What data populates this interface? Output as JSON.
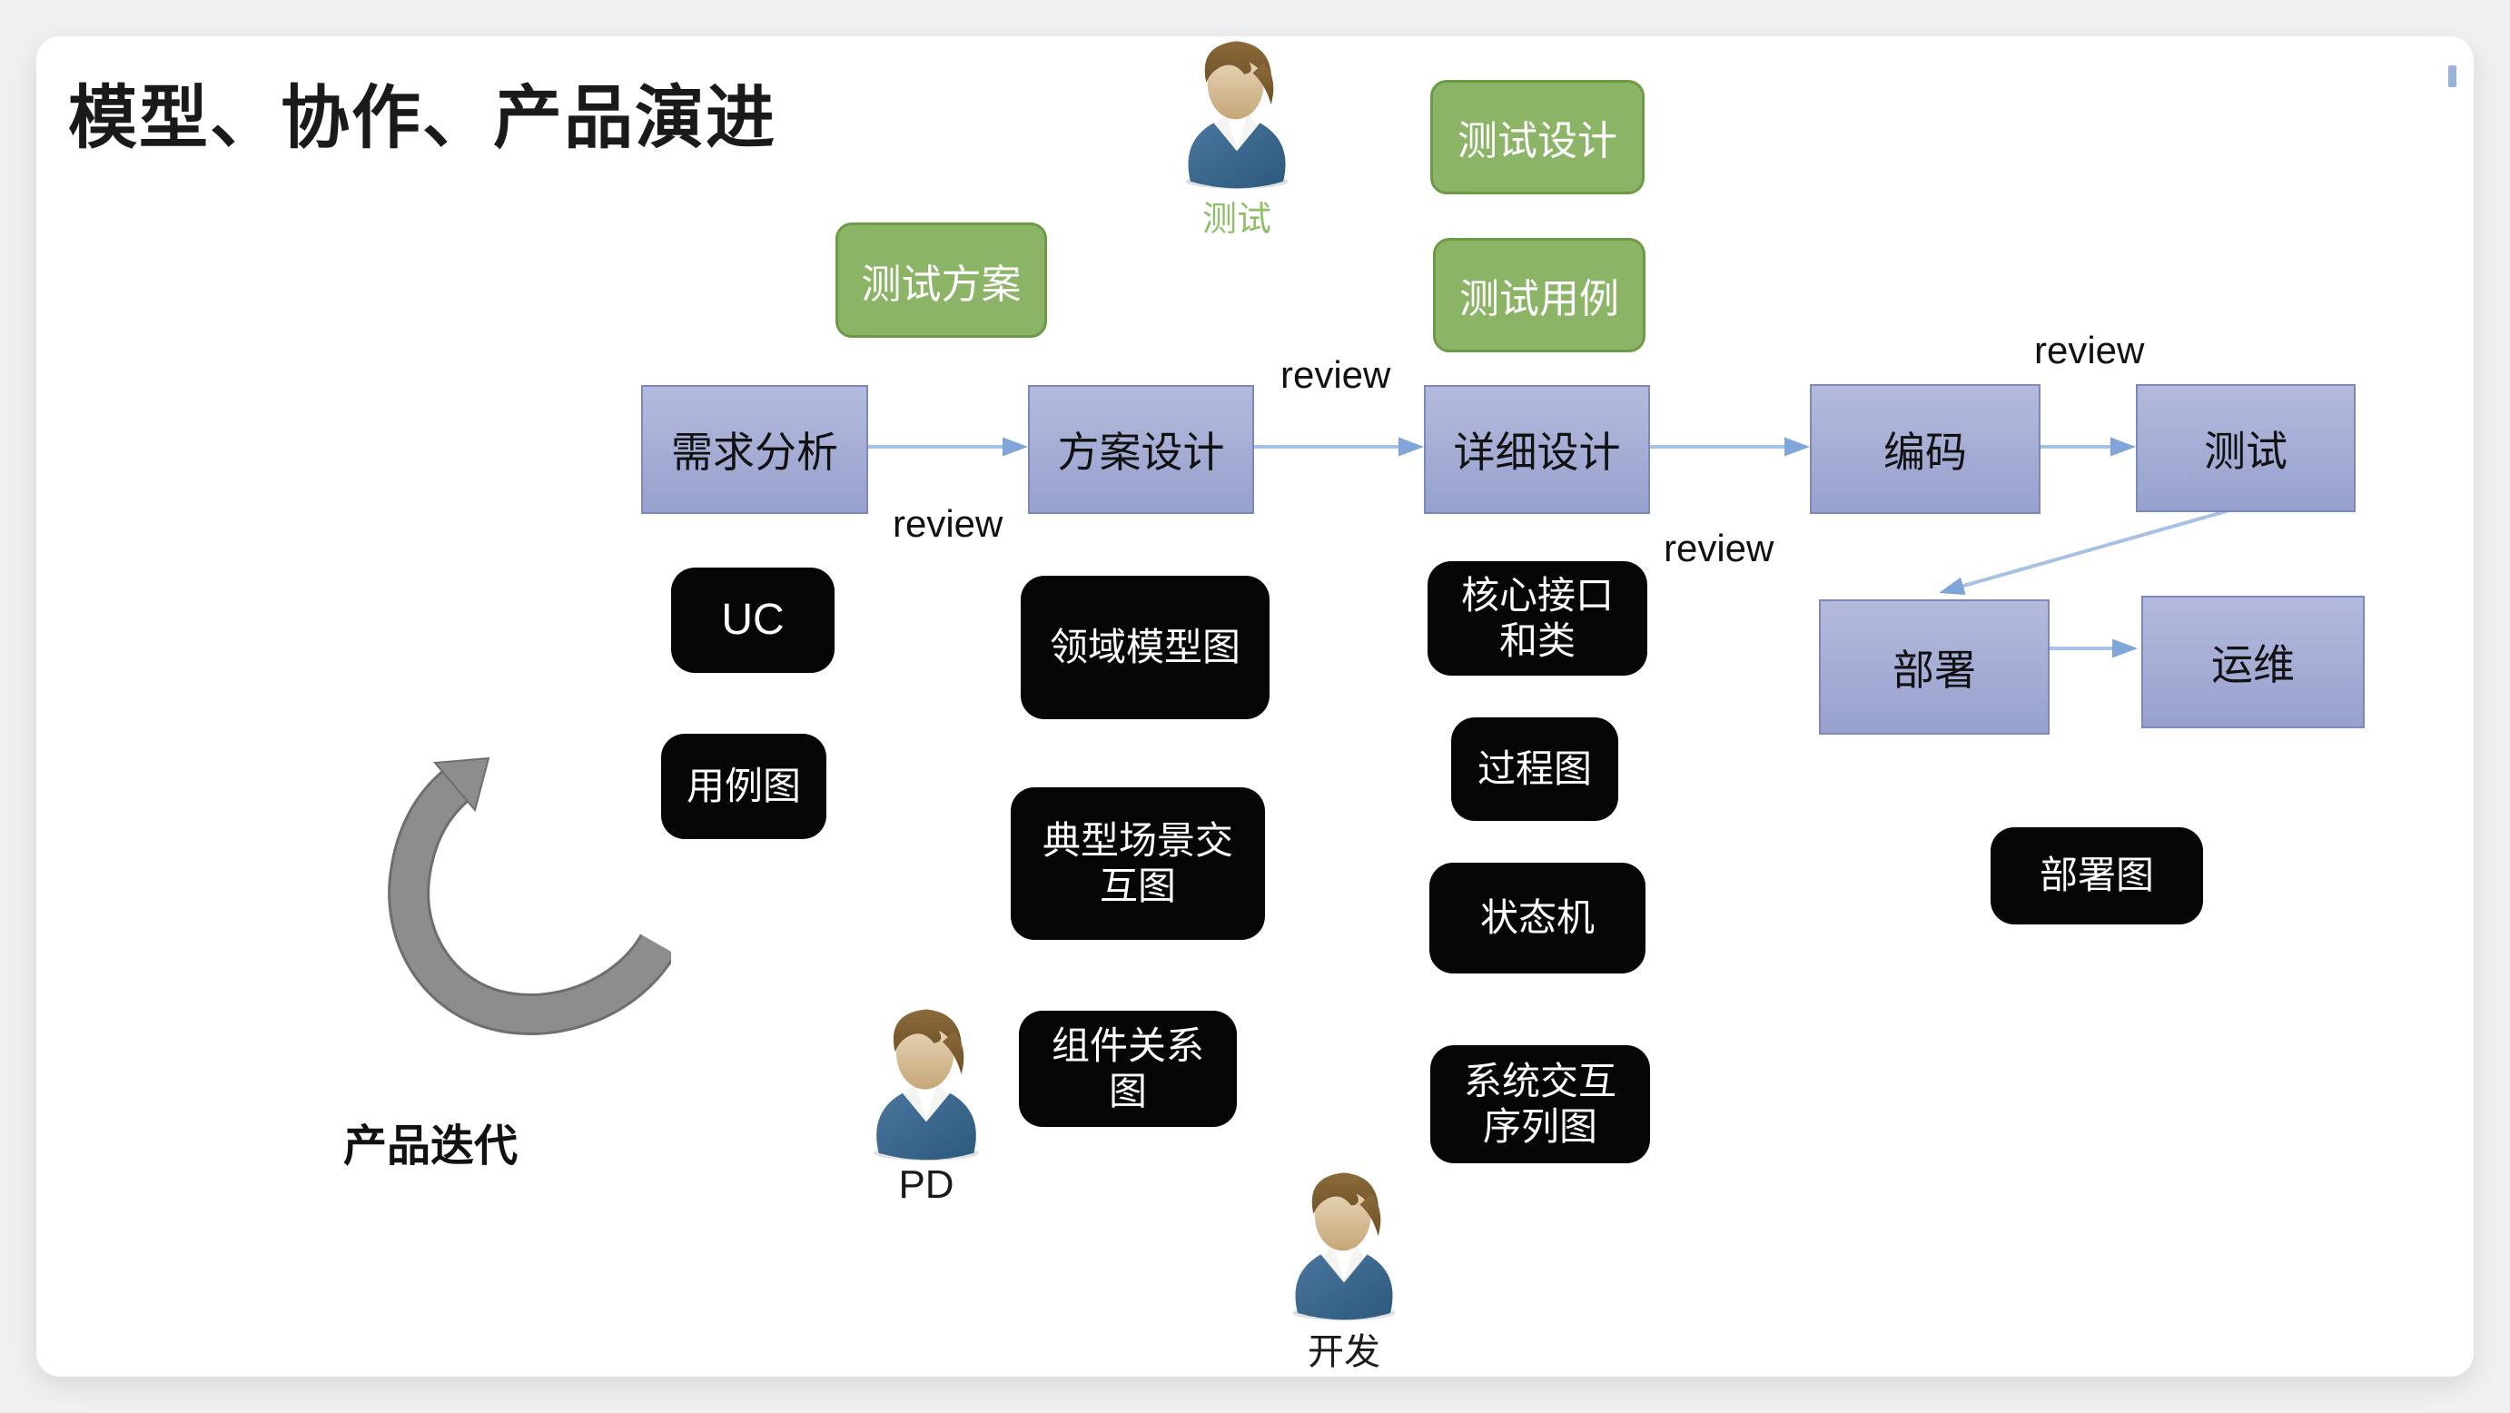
{
  "title": "模型、协作、产品演进",
  "process": {
    "requirements": "需求分析",
    "solution_design": "方案设计",
    "detailed_design": "详细设计",
    "coding": "编码",
    "testing": "测试",
    "deploy": "部署",
    "ops": "运维"
  },
  "test_docs": {
    "plan": "测试方案",
    "design": "测试设计",
    "cases": "测试用例"
  },
  "artifacts": {
    "uc": "UC",
    "use_case_diagram": "用例图",
    "domain_model_diagram": "领域模型图",
    "typical_scenario_interaction_diagram": "典型场景交互图",
    "component_relation_diagram": "组件关系图",
    "core_interfaces_and_classes": "核心接口和类",
    "process_diagram": "过程图",
    "state_machine": "状态机",
    "system_interaction_sequence_diagram": "系统交互序列图",
    "deployment_diagram": "部署图"
  },
  "roles": {
    "tester": "测试",
    "pd": "PD",
    "dev": "开发"
  },
  "labels": {
    "review": "review",
    "product_iteration": "产品迭代"
  },
  "colors": {
    "page-bg": "#eff0f2",
    "card-bg": "#ffffff",
    "title-color": "#1a1a1a",
    "green-fill": "#8cb466",
    "green-border": "#6d9a44",
    "blue-top": "#b4badd",
    "blue-bottom": "#97a1cd",
    "blue-border": "#7d89bb",
    "black-fill": "#060606",
    "arrow-blue": "#a6c1e4",
    "arrow-blue-head": "#7fa5d9",
    "iteration-gray": "#8d8d8d",
    "role-green": "#8fbf68"
  }
}
